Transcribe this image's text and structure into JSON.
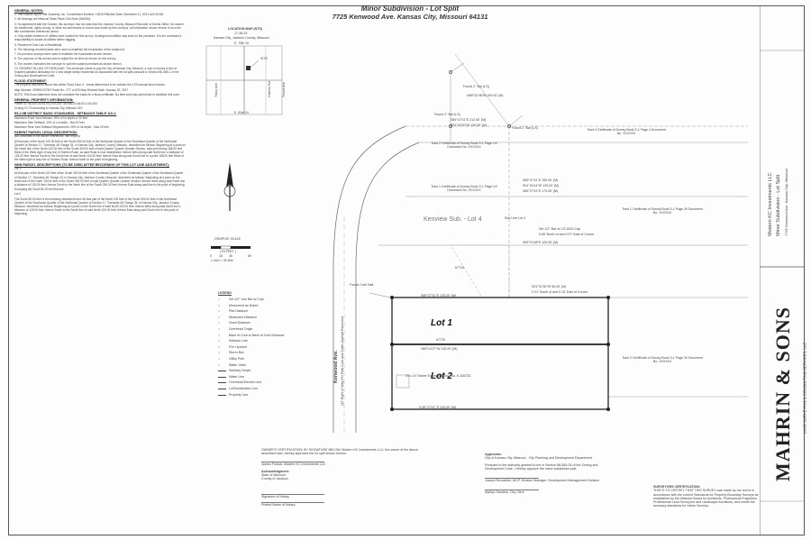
{
  "header": {
    "title": "Minor Subdivision - Lot Split",
    "address": "7725 Kenwood Ave. Kansas City, Missouri 64131"
  },
  "notes": [
    {
      "heading": "GENERAL NOTES:",
      "paras": [
        "1. Title Report: Alpha Title Guaranty, Inc. Commitment Number: 13515 Effective Date: December 11, 2021 at 8:00 AM.",
        "2. All bearings are Missouri State Plane Grid Zone (NAD83).",
        "3. No agreement with the Grantor, this surveyor has not searched the Jackson County, Missouri Recorder of Deeds Office. No search for easements, rights-of-way, or other encumbrances of record was made by this surveyor; all information shown hereon is from the title commitment referenced above.",
        "4. Only visible evidence of utilities were located for this survey. Underground utilities may exist on the premises. It is the contractor's responsibility to locate all utilities before digging.",
        "5. Placement Gold Law a Residential.",
        "6. The following recorded plats were used to establish the boundaries of the subject lot.",
        "7. No previous surveys were used to establish the boundaries shown hereon.",
        "8. The purpose of this survey was to adjust the lot lines as shown on this survey.",
        "9. The owners instructed the surveyor to split the subject premises as shown hereon.",
        "10. PAYMENT IN LIEU OF PARKLAND: The developer elects to pay the City of Kansas City, Missouri, a sum of money in lieu of required parkland dedication for 1 new single family residential lot associated with the lot split pursuant to Section 88-408-C of the Zoning and Development Code."
      ]
    },
    {
      "heading": "FLOOD STATEMENT:",
      "paras": [
        "The property described above lies within Flood Zone X - Areas determined to be outside the 0.2% annual flood chance.",
        "Map Number: 29095C0278G Panel No.: 277 of 625 Map Revised Date: January 20, 2017",
        "NOTE: This flood statement does not constitute the basis for a flood certificate. No field work was performed to establish this zone."
      ]
    },
    {
      "heading": "GENERAL PROPERTY INFORMATION:",
      "paras": [
        "Parcel ID: 48-930-03-65-00-0-00-000, 48-930-03-66-00-0-00-000",
        "Zoning: R-7.5 According to Kansas City, Missouri GIS"
      ]
    },
    {
      "heading": "R6-2.5B DISTRICT BASIC STANDARDS - SETBACKS TABLE 110-1:",
      "paras": [
        "Maximum Front Yard Setback: 25% of lot depth or 30 feet",
        "Maximum Side Setback: 10% of Lot width - Max 8 Feet",
        "Maximum Rear Yard Setback Requirement: 25% of lot depth - Max 25 feet"
      ]
    },
    {
      "heading": "PARENT PARCEL LEGAL DESCRIPTION:",
      "paras": [
        "(As Described in the above referenced Title Report)",
        "All that part of the North 100.00 feet of the South 300.00 feet of the Northeast Quarter of the Southeast Quarter of the Northeast Quarter of Section 17, Township 48, Range 33, in Kansas City, Jackson County, Missouri, described as follows: Beginning at a point on the North line of the North 100.00 feet of the South 300.00 feet of said Quarter Quarter Quarter Section, said point being 168.00 feet West of the West right of way line of Holmes Road, as said Road is now established; thence West along said North line, a distance of 125.00 feet; thence South to the South line of said North 100.00 feet; thence East along said South line to a point 168.00 feet West of the West right of way line of Holmes Road; thence North to the point of beginning."
      ]
    },
    {
      "heading": "NEW PARCEL DESCRIPTIONS (TO BE USED AFTER RECORDING OF THIS LOT LINE ADJUSTMENT):",
      "paras": [
        "Lot 1",
        "All that part of the North 100 feet of the South 300.00 feet of the Northeast Quarter of the Southeast Quarter of the Northeast Quarter of Section 17, Township 48, Range 33, in Kansas City, Jackson County, Missouri, described as follows: Beginning at a point on the North line of the North 100.00 feet of the South 300.00 feet of said Quarter Quarter Quarter Section; thence West along said North line a distance of 125.00 feet; thence South to the North line of the South 250.00 feet; thence East along said line to the point of beginning.",
        "Excepting the South 50.00 feet thereof.",
        "Lot 2",
        "The South 50.00 feet of the following described tract: All that part of the North 100 feet of the South 300.00 feet of the Northeast Quarter of the Southeast Quarter of the Northeast Quarter of Section 17, Township 48, Range 33, in Kansas City, Jackson County, Missouri, described as follows: Beginning at a point on the North line of said North 100.00 feet; thence West along said North line a distance of 125.00 feet; thence South to the South line of said North 100.00 feet; thence East along said South line to the point of beginning."
      ]
    }
  ],
  "vicinity": {
    "title": "LOCATION MAP (NTS)",
    "subtitle": "17-48-33",
    "place": "Kansas City, Jackson County, Missouri",
    "roads": [
      "E. 75th St.",
      "E. 81st St.",
      "Holmes Rd.",
      "Tracy Ave.",
      "Troost Ave."
    ],
    "site": "SITE"
  },
  "scale": {
    "title": "GRAPHIC SCALE",
    "unit": "( IN FEET )",
    "label": "1 inch = 30 feet",
    "ticks": [
      "0",
      "15",
      "30",
      "60"
    ]
  },
  "legend": {
    "title": "LEGEND",
    "items": [
      "Set 1/2\" Iron Bar w/ Cap",
      "Monument as Noted",
      "Plat Distance",
      "Measured Distance",
      "Deed Distance",
      "Overhead Origin",
      "Back of Curb to Back of Curb Distance",
      "Setback Line",
      "Fire Hydrant",
      "Storm Box",
      "Utility Pole",
      "Water Valve",
      "Sanitary Sewer",
      "Water Line",
      "Overhead Electric Line",
      "Lot/Subdivision Line",
      "Property Line"
    ]
  },
  "plat": {
    "lot1": "Lot 1",
    "lot2": "Lot 2",
    "lot4": "Kenview Sub. - Lot 4",
    "street": "Kenwood Ave.",
    "street_detail": "(32' Right of Way Per Plat) Curb and Gutter Asphalt Pavement",
    "addr": "#7725",
    "neighbors": [
      "Tract 2 Certificate of Survey Book S-1 Page 1/2 Document No. XXXXXX",
      "Tract 1 Certificate of Survey Book S-1 Page 1/2 Document No. XXXXXX",
      "Tract 4 Certificate of Survey Book S-1 Page 4 Document No. XXXXXX",
      "Tract 1 Certificate of Survey Book S-1 Page 30 Document No. XXXXXX",
      "Tract 2 Certificate of Survey Book S-1 Page 30 Document No. XXXXXX"
    ],
    "callouts": [
      "Found 2\" Bar (LS)",
      "Found 2\" Bar (LS)",
      "Found 2\" Bar (LS)",
      "Found Curb Nail",
      "N89°32'48\"W 150.00' (M)",
      "S89°27'41\"E 212.00' (M)",
      "S01°02'20\"W 130.00' (M)",
      "S89°27'41\"E 150.00' (M)",
      "S01°04'14\"W 125.00' (M)",
      "Set 1/2\" Bar w/ LS-2020 Cap",
      "S89°27'41\"E 125.00' (M)",
      "S01°01'30\"W 50.00' (M)",
      "N89°14'27\"W 125.00' (M)",
      "S 89°27'41\" E 125.00' (M)",
      "S89°21'48\"E 125.00' (M)",
      "S89°27'41\"E 173.00' (M)",
      "0.21' South of and 0.15' East of Corner",
      "0.89' North of and 0.07' East of Corner",
      "24 x 24' Sewer Easement Doc. No. K-336733",
      "Sub Line Lot 4",
      "#7743"
    ]
  },
  "signatures": {
    "owner_cert": "OWNER'S CERTIFICATION: BY SIGNATURE BELOW, Modern KC Investments LLC, the owner of the above described tract, hereby approves the lot split shown hereon.",
    "owner_name": "James Pollock, Modern KC Investments LLC",
    "ack": "Acknowledgment:",
    "state": "State of Missouri",
    "county": "County of Jackson",
    "notary": "Signature of Notary",
    "printed": "Printed Name of Notary",
    "approvals_title": "Approvals:",
    "approvals": "City of Kansas City, Missouri - City Planning and Development Department",
    "approval_body": "Pursuant to the authority granted to me in Section 88-555-05 of the Zoning and Development Code, I hereby approve the minor subdivision plat.",
    "official": "Joseph Rexwinkle, AICP, Division Manager, Development Management Division",
    "clerk": "Marilyn Sanders, City Clerk",
    "surveyor_title": "SURVEYORS CERTIFICATION:",
    "surveyor_text": "THIS IS TO CERTIFY THAT THIS SURVEY was made by me and is in accordance with the current Standards for Property Boundary Surveys as established by the Missouri Board for Architects, Professional Engineers, Professional Land Surveyors and Landscape Architects, and meets the accuracy standards for Urban Surveys."
  },
  "firm": {
    "name": "MAHRIN & SONS",
    "tagline": "LAND SURVEYING & CONSULTING SERVICES, LLC",
    "project": "Modern KC Investments LLC",
    "sheet_title": "Minor Subdivision - Lot Split",
    "sheet_addr": "7725 Kenwood Ave. Kansas City, Missouri"
  }
}
